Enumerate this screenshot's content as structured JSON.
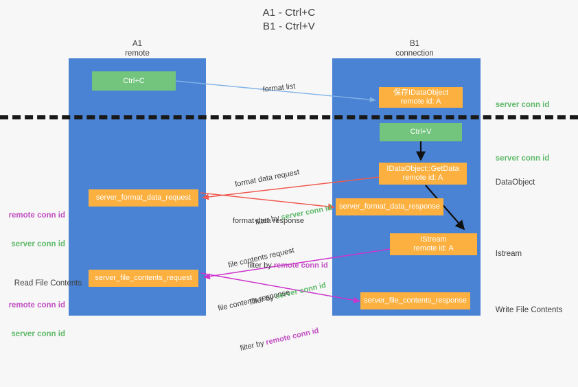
{
  "title": {
    "line1": "A1 - Ctrl+C",
    "line2": "B1 - Ctrl+V"
  },
  "columns": [
    {
      "name": "A1",
      "sub": "remote"
    },
    {
      "name": "B1",
      "sub": "connection"
    }
  ],
  "nodes": {
    "ctrl_c": {
      "label": "Ctrl+C"
    },
    "store_dataobject": {
      "line1": "保存IDataObject",
      "line2": "remote id: A"
    },
    "ctrl_v": {
      "label": "Ctrl+V"
    },
    "getdata": {
      "line1": "IDataObject::GetData",
      "line2": "remote id: A"
    },
    "istream": {
      "line1": "IStream",
      "line2": "remote id: A"
    },
    "fmt_req": {
      "label": "server_format_data_request"
    },
    "fmt_resp": {
      "label": "server_format_data_response"
    },
    "file_req": {
      "label": "server_file_contents_request"
    },
    "file_resp": {
      "label": "server_file_contents_response"
    }
  },
  "edges": {
    "format_list": {
      "label": "format list"
    },
    "fmt_data_request": {
      "line1": "format data request",
      "filter_prefix": "filter by ",
      "filter_value": "server conn id"
    },
    "fmt_data_response": {
      "line1": "format data response",
      "filter_prefix": "filter by ",
      "filter_value": "remote conn id"
    },
    "file_contents_request": {
      "line1": "file contents request",
      "filter_prefix": "filter by ",
      "filter_value": "server conn id"
    },
    "file_contents_response": {
      "line1": "file contents response",
      "filter_prefix": "filter by ",
      "filter_value": "remote conn id"
    }
  },
  "annotations": {
    "server_conn_top": "server conn id",
    "server_conn_mid": "server conn id",
    "dataobject": "DataObject",
    "istream": "Istream",
    "write_file_contents": "Write File Contents",
    "read_file_contents": "Read File Contents",
    "remote_conn_id": "remote conn id",
    "server_conn_id": "server conn id"
  },
  "colors": {
    "lane": "#4a83d4",
    "green": "#73c47d",
    "orange": "#fbb03f",
    "green_text": "#5fb96b",
    "purple_text": "#c14fc1",
    "red_arrow": "#f05a4f",
    "magenta_arrow": "#cc33cc",
    "blue_arrow": "#7fb2e5",
    "black_arrow": "#111111"
  }
}
